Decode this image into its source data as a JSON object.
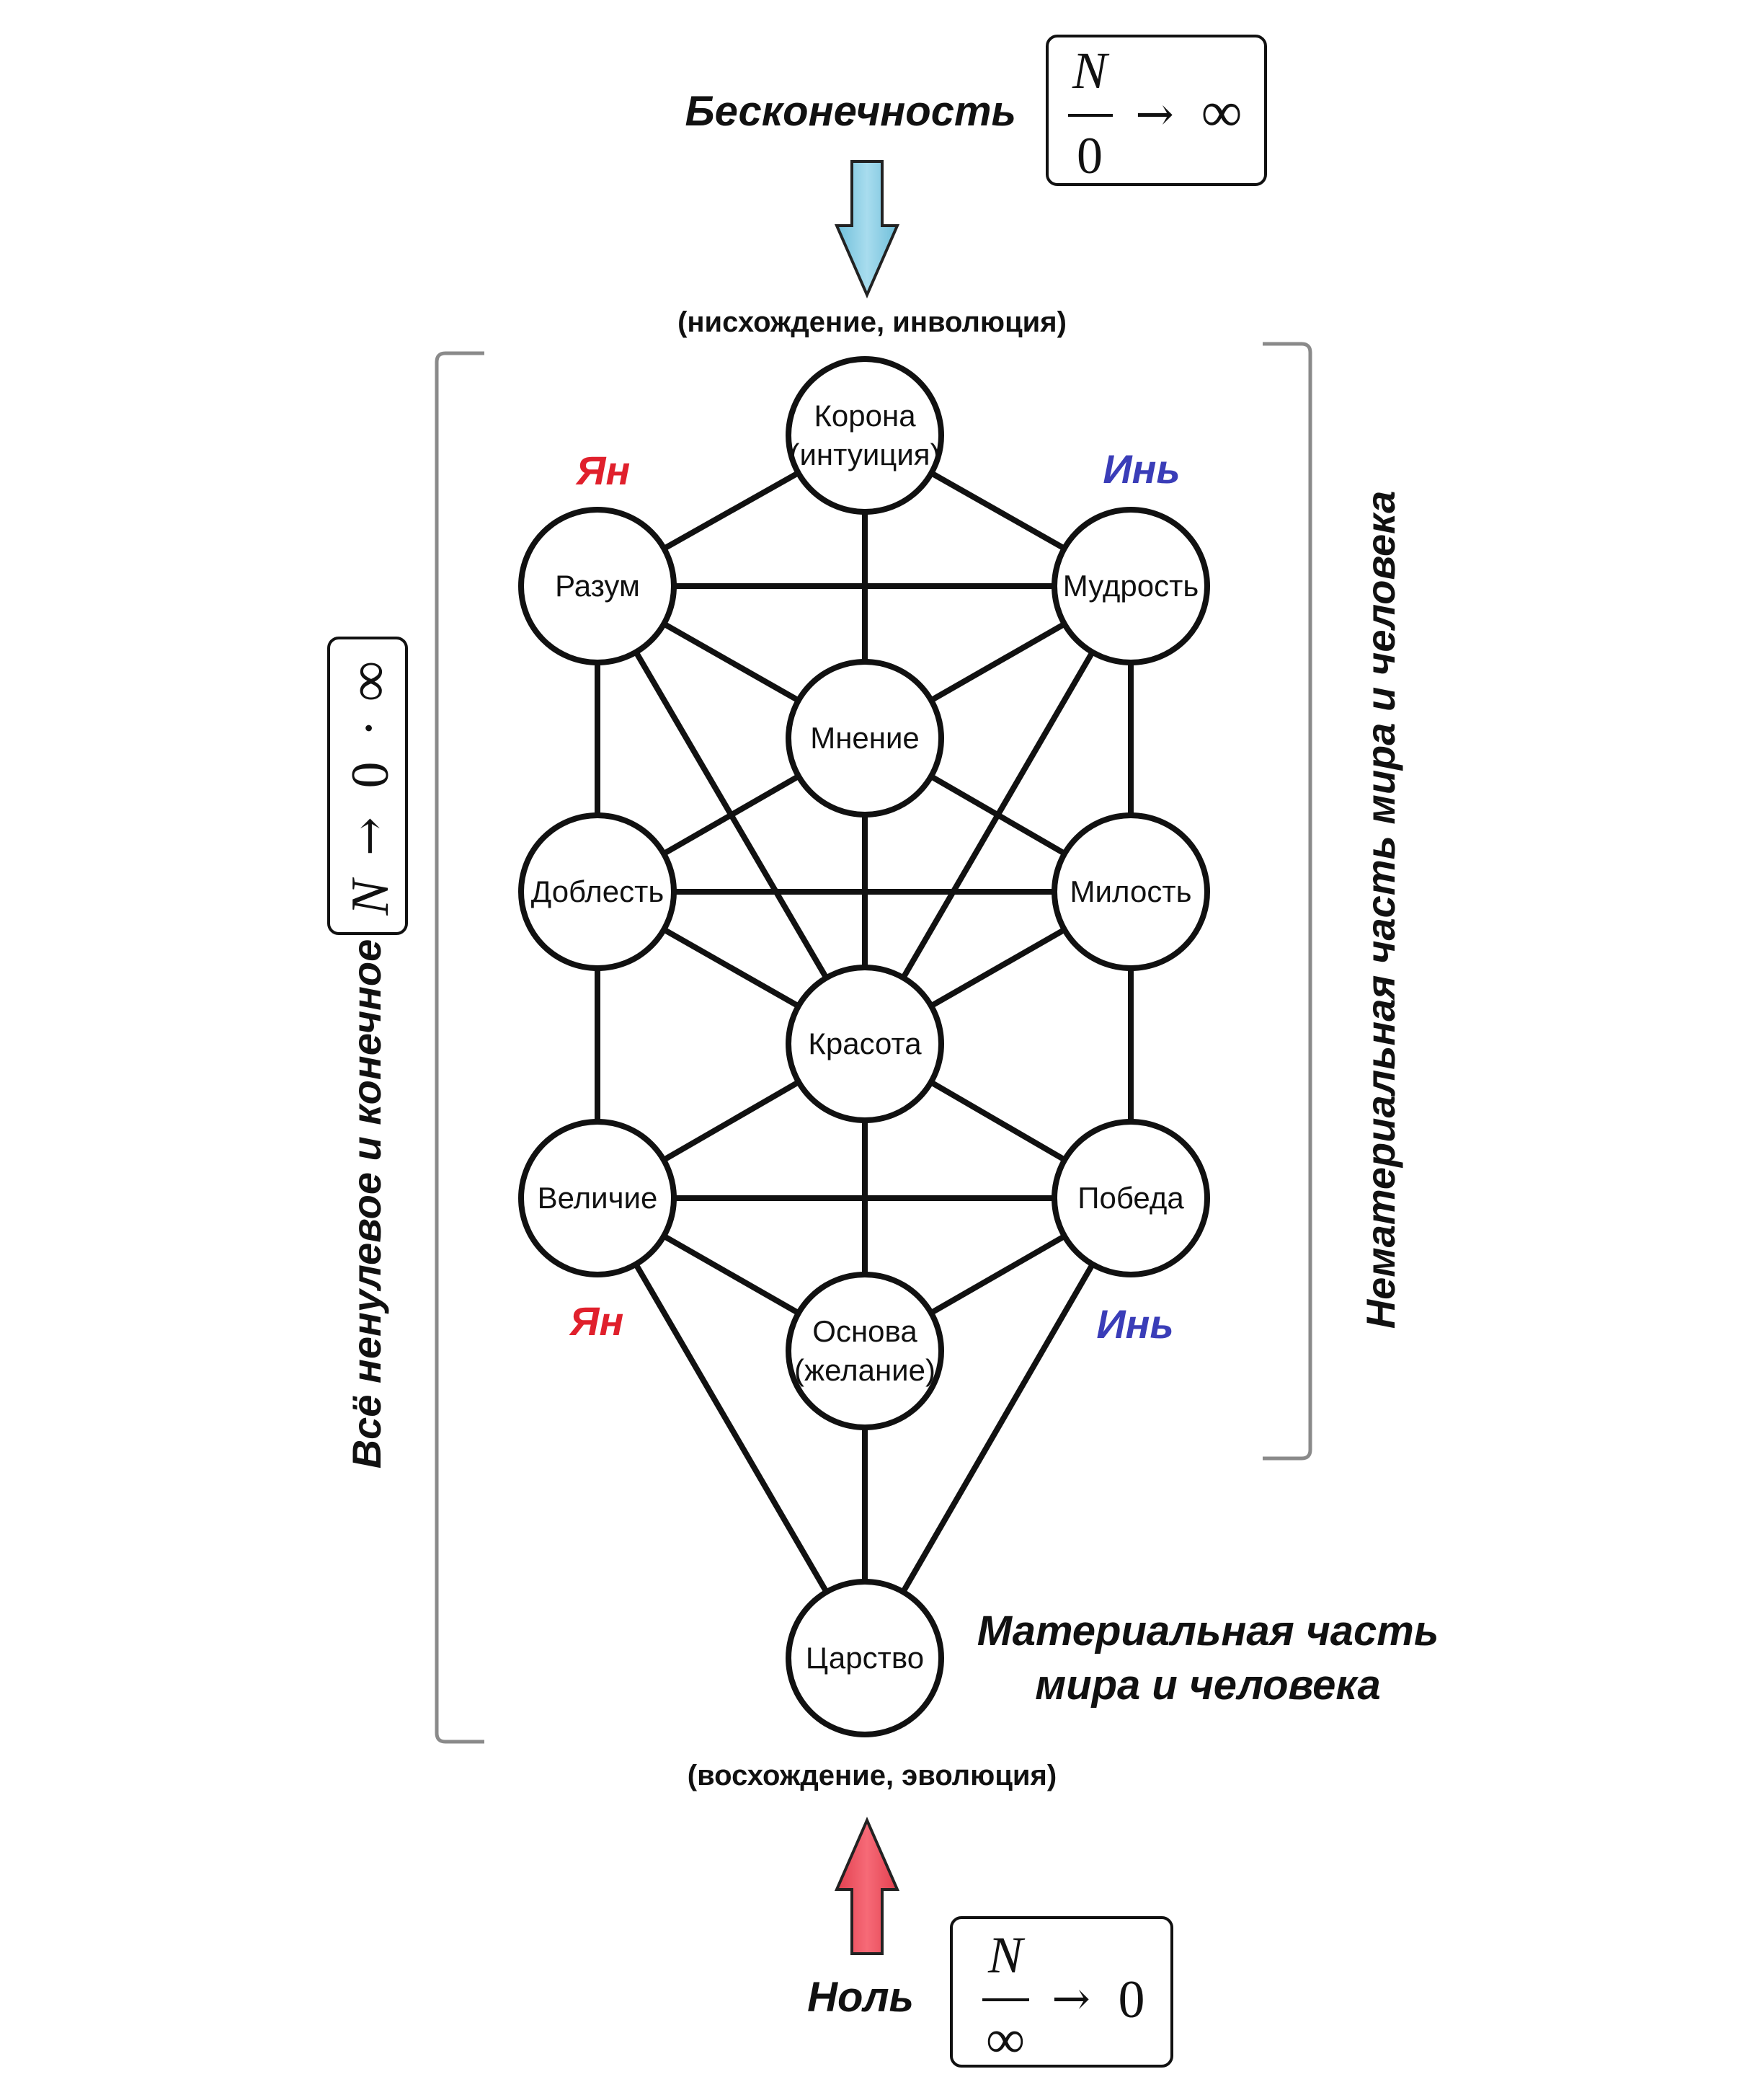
{
  "top": {
    "title": "Бесконечность",
    "formula": {
      "numerator": "N",
      "denominator": "0",
      "arrow": "→",
      "result": "∞"
    },
    "arrow_color": "#87CEE6",
    "caption": "(нисхождение, инволюция)"
  },
  "bottom": {
    "title": "Ноль",
    "formula": {
      "numerator": "N",
      "denominator": "∞",
      "arrow": "→",
      "result": "0"
    },
    "arrow_color": "#F04E5E",
    "caption": "(восхождение, эволюция)"
  },
  "left_side": {
    "label": "Всё ненулевое и конечное",
    "formula": {
      "n": "N",
      "arrow": "→",
      "zero": "0",
      "dot": "·",
      "inf": "∞"
    }
  },
  "right_side": {
    "label": "Нематериальная часть мира и человека"
  },
  "material": {
    "line1": "Материальная часть",
    "line2": "мира и человека"
  },
  "yin_yang": {
    "yang": "Ян",
    "yin": "Инь",
    "yang_color": "#E0202C",
    "yin_color": "#3A3DB8"
  },
  "nodes": [
    {
      "id": "korona",
      "lines": [
        "Корона",
        "(интуиция)"
      ]
    },
    {
      "id": "razum",
      "lines": [
        "Разум"
      ]
    },
    {
      "id": "mudrost",
      "lines": [
        "Мудрость"
      ]
    },
    {
      "id": "mnenie",
      "lines": [
        "Мнение"
      ]
    },
    {
      "id": "doblest",
      "lines": [
        "Доблесть"
      ]
    },
    {
      "id": "milost",
      "lines": [
        "Милость"
      ]
    },
    {
      "id": "krasota",
      "lines": [
        "Красота"
      ]
    },
    {
      "id": "velichie",
      "lines": [
        "Величие"
      ]
    },
    {
      "id": "pobeda",
      "lines": [
        "Победа"
      ]
    },
    {
      "id": "osnova",
      "lines": [
        "Основа",
        "(желание)"
      ]
    },
    {
      "id": "tsarstvo",
      "lines": [
        "Царство"
      ]
    }
  ],
  "edges": [
    [
      "korona",
      "razum"
    ],
    [
      "korona",
      "mudrost"
    ],
    [
      "korona",
      "mnenie"
    ],
    [
      "razum",
      "mudrost"
    ],
    [
      "razum",
      "mnenie"
    ],
    [
      "razum",
      "doblest"
    ],
    [
      "razum",
      "krasota"
    ],
    [
      "mudrost",
      "mnenie"
    ],
    [
      "mudrost",
      "milost"
    ],
    [
      "mudrost",
      "krasota"
    ],
    [
      "mnenie",
      "doblest"
    ],
    [
      "mnenie",
      "milost"
    ],
    [
      "mnenie",
      "krasota"
    ],
    [
      "doblest",
      "milost"
    ],
    [
      "doblest",
      "krasota"
    ],
    [
      "doblest",
      "velichie"
    ],
    [
      "milost",
      "krasota"
    ],
    [
      "milost",
      "pobeda"
    ],
    [
      "krasota",
      "velichie"
    ],
    [
      "krasota",
      "pobeda"
    ],
    [
      "krasota",
      "osnova"
    ],
    [
      "velichie",
      "pobeda"
    ],
    [
      "velichie",
      "osnova"
    ],
    [
      "velichie",
      "tsarstvo"
    ],
    [
      "pobeda",
      "osnova"
    ],
    [
      "pobeda",
      "tsarstvo"
    ],
    [
      "osnova",
      "tsarstvo"
    ]
  ]
}
